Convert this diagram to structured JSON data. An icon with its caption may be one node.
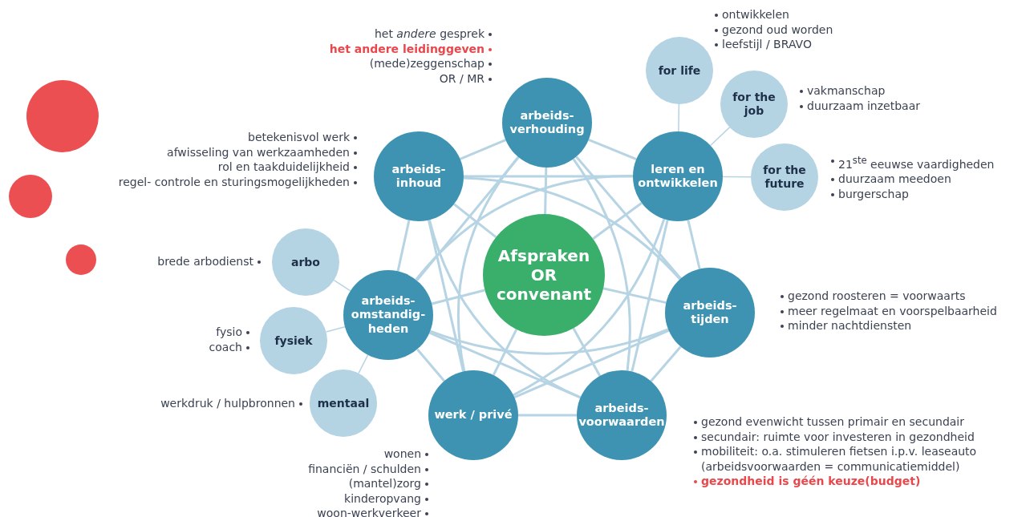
{
  "diagram": {
    "nodes": [
      {
        "text": [
          "Afspraken OR convenant"
        ]
      },
      {
        "text": [
          "arbeids- verhouding"
        ],
        "beside": [
          "het *andere* gesprek",
          "het andere leidinggeven",
          "(mede)zeggenschap",
          "OR / MR"
        ]
      },
      {
        "text": [
          "leren en ontwikkelen"
        ]
      },
      {
        "text": [
          "arbeids- tijden"
        ],
        "beside": [
          "gezond roosteren = voorwaarts",
          "meer regelmaat en voorspelbaarheid",
          "minder nachtdiensten"
        ]
      },
      {
        "text": [
          "arbeids- voorwaarden"
        ],
        "beside": [
          "gezond evenwicht tussen primair en secundair",
          "secundair: ruimte voor investeren in gezondheid",
          "mobiliteit: o.a. stimuleren fietsen i.p.v. leaseauto (arbeidsvoorwaarden = communicatiemiddel)",
          "gezondheid is géén keuze(budget)"
        ]
      },
      {
        "text": [
          "werk / privé"
        ],
        "beside": [
          "wonen",
          "financiën / schulden",
          "(mantel)zorg",
          "kinderopvang",
          "woon-werkverkeer"
        ]
      },
      {
        "text": [
          "arbeids- omstandig- heden"
        ]
      },
      {
        "text": [
          "arbeids- inhoud"
        ],
        "beside": [
          "betekenisvol werk",
          "afwisseling van werkzaamheden",
          "rol en taakduidelijkheid",
          "regel- controle en sturingsmogelijkheden"
        ]
      },
      {
        "text": [
          "for life"
        ],
        "beside": [
          "ontwikkelen",
          "gezond oud worden",
          "leefstijl / BRAVO"
        ]
      },
      {
        "text": [
          "for the job"
        ],
        "beside": [
          "vakmanschap",
          "duurzaam inzetbaar"
        ]
      },
      {
        "text": [
          "for the future"
        ],
        "beside": [
          "21$^{ste}$ eeuwse vaardigheden",
          "duurzaam meedoen",
          "burgerschap"
        ]
      },
      {
        "text": [
          "arbo"
        ],
        "beside": [
          "brede arbodienst"
        ]
      },
      {
        "text": [
          "fysiek"
        ],
        "beside": [
          "fysio",
          "coach"
        ]
      },
      {
        "text": [
          "mentaal"
        ],
        "beside": [
          "werkdruk / hulpbronnen"
        ]
      },
      {
        "text": [],
        "shape": "circle"
      },
      {
        "text": [],
        "shape": "circle"
      },
      {
        "text": [],
        "shape": "circle"
      }
    ],
    "edges": [
      {
        "from": 1,
        "to": 2,
        "arrow": "none"
      },
      {
        "from": 2,
        "to": 3,
        "arrow": "none"
      },
      {
        "from": 3,
        "to": 4,
        "arrow": "none"
      },
      {
        "from": 4,
        "to": 5,
        "arrow": "none"
      },
      {
        "from": 5,
        "to": 6,
        "arrow": "none"
      },
      {
        "from": 6,
        "to": 7,
        "arrow": "none"
      },
      {
        "from": 7,
        "to": 1,
        "arrow": "none"
      },
      {
        "from": 1,
        "to": 3,
        "arrow": "none"
      },
      {
        "from": 1,
        "to": 4,
        "arrow": "none"
      },
      {
        "from": 1,
        "to": 5,
        "arrow": "none"
      },
      {
        "from": 1,
        "to": 6,
        "arrow": "none"
      },
      {
        "from": 2,
        "to": 4,
        "arrow": "none"
      },
      {
        "from": 2,
        "to": 5,
        "arrow": "none"
      },
      {
        "from": 2,
        "to": 6,
        "arrow": "none"
      },
      {
        "from": 2,
        "to": 7,
        "arrow": "none"
      },
      {
        "from": 3,
        "to": 5,
        "arrow": "none"
      },
      {
        "from": 3,
        "to": 6,
        "arrow": "none"
      },
      {
        "from": 3,
        "to": 7,
        "arrow": "none"
      },
      {
        "from": 4,
        "to": 6,
        "arrow": "none"
      },
      {
        "from": 4,
        "to": 7,
        "arrow": "none"
      },
      {
        "from": 5,
        "to": 7,
        "arrow": "none"
      },
      {
        "from": 0,
        "to": 1,
        "arrow": "none"
      },
      {
        "from": 0,
        "to": 2,
        "arrow": "none"
      },
      {
        "from": 0,
        "to": 3,
        "arrow": "none"
      },
      {
        "from": 0,
        "to": 4,
        "arrow": "none"
      },
      {
        "from": 0,
        "to": 5,
        "arrow": "none"
      },
      {
        "from": 0,
        "to": 6,
        "arrow": "none"
      },
      {
        "from": 0,
        "to": 7,
        "arrow": "none"
      },
      {
        "from": 2,
        "to": 8,
        "arrow": "none"
      },
      {
        "from": 2,
        "to": 9,
        "arrow": "none"
      },
      {
        "from": 2,
        "to": 10,
        "arrow": "none"
      },
      {
        "from": 6,
        "to": 11,
        "arrow": "none"
      },
      {
        "from": 6,
        "to": 12,
        "arrow": "none"
      },
      {
        "from": 6,
        "to": 13,
        "arrow": "none"
      }
    ]
  }
}
